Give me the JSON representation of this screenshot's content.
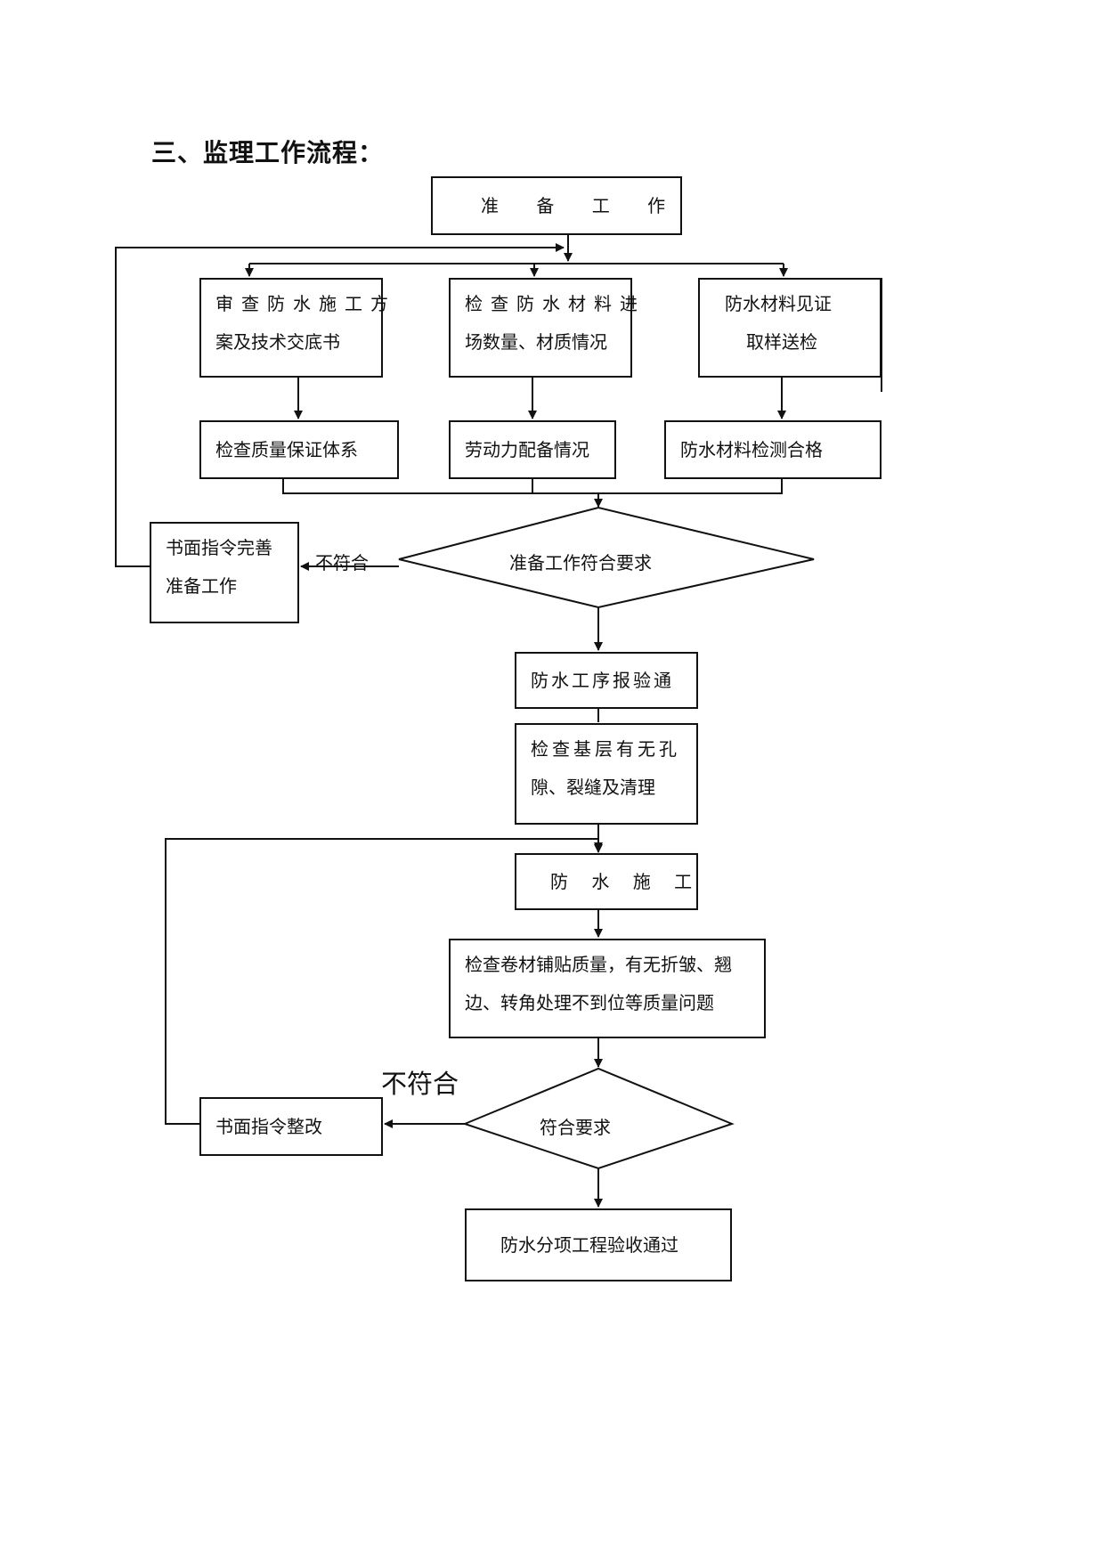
{
  "heading": "三、监理工作流程：",
  "nodes": {
    "prepare": "准 备 工 作",
    "review_plan": [
      "审查防水施工方",
      "案及技术交底书"
    ],
    "check_material": [
      "检查防水材料进",
      "场数量、材质情况"
    ],
    "sampling": [
      "防水材料见证",
      "取样送检"
    ],
    "quality_system": "检查质量保证体系",
    "labor": "劳动力配备情况",
    "material_test": "防水材料检测合格",
    "decision_prepare": "准备工作符合要求",
    "written_order_prepare": [
      "书面指令完善",
      "准备工作"
    ],
    "not_conform_1": "不符合",
    "process_approval": "防水工序报验通",
    "check_base": [
      "检查基层有无孔",
      "隙、裂缝及清理"
    ],
    "construction": "防 水 施 工",
    "check_membrane": [
      "检查卷材铺贴质量，有无折皱、翘",
      "边、转角处理不到位等质量问题"
    ],
    "not_conform_2": "不符合",
    "decision_quality": "符合要求",
    "written_order_fix": "书面指令整改",
    "final_acceptance": "防水分项工程验收通过"
  }
}
